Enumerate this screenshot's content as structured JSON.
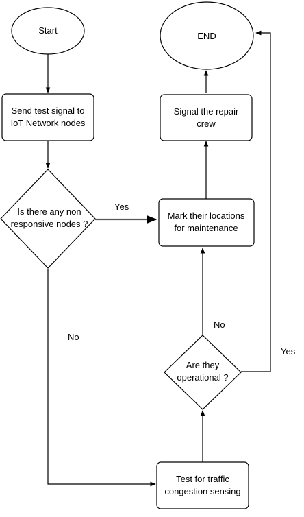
{
  "nodes": {
    "start": {
      "label": "Start"
    },
    "end": {
      "label": "END"
    },
    "send_signal": {
      "line1": "Send test signal to",
      "line2": "IoT Network nodes"
    },
    "non_responsive_decision": {
      "line1": "Is there any non",
      "line2": "responsive nodes ?"
    },
    "mark_locations": {
      "line1": "Mark their locations",
      "line2": "for maintenance"
    },
    "signal_repair": {
      "line1": "Signal the repair",
      "line2": "crew"
    },
    "operational_decision": {
      "line1": "Are they",
      "line2": "operational ?"
    },
    "test_traffic": {
      "line1": "Test for traffic",
      "line2": "congestion sensing"
    }
  },
  "edges": {
    "yes_to_mark": "Yes",
    "no_to_test": "No",
    "no_to_mark": "No",
    "yes_to_end": "Yes"
  }
}
